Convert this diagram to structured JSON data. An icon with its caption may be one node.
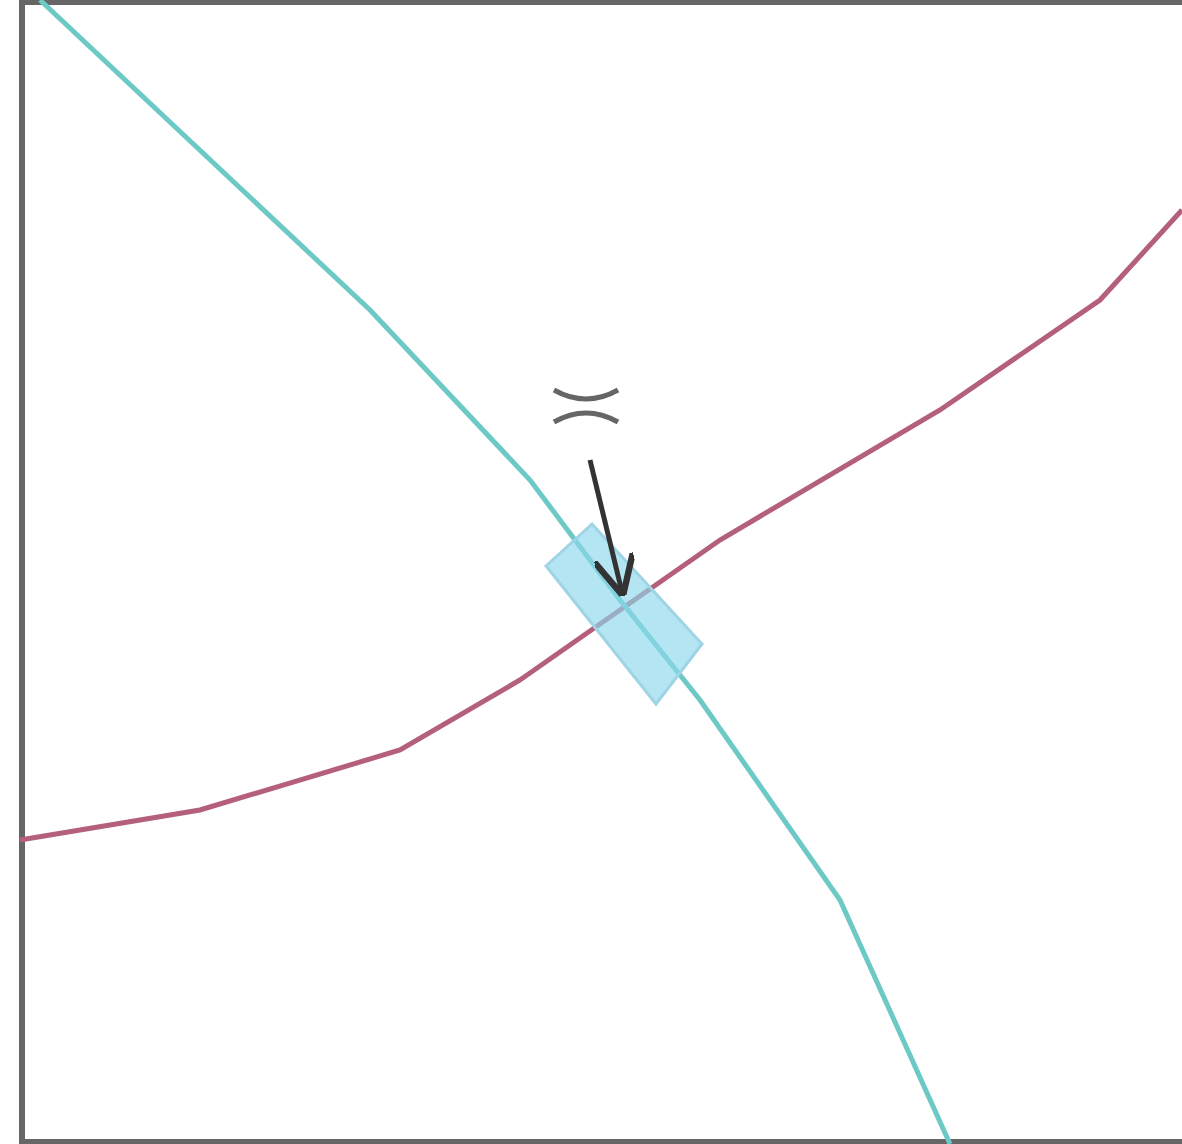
{
  "diagram": {
    "nodes": [
      {
        "text": [],
        "shape": "picture"
      },
      {
        "text": [],
        "shape": "box"
      }
    ],
    "edges": [
      {
        "from": 0,
        "to": 1,
        "arrow": "to"
      }
    ]
  }
}
